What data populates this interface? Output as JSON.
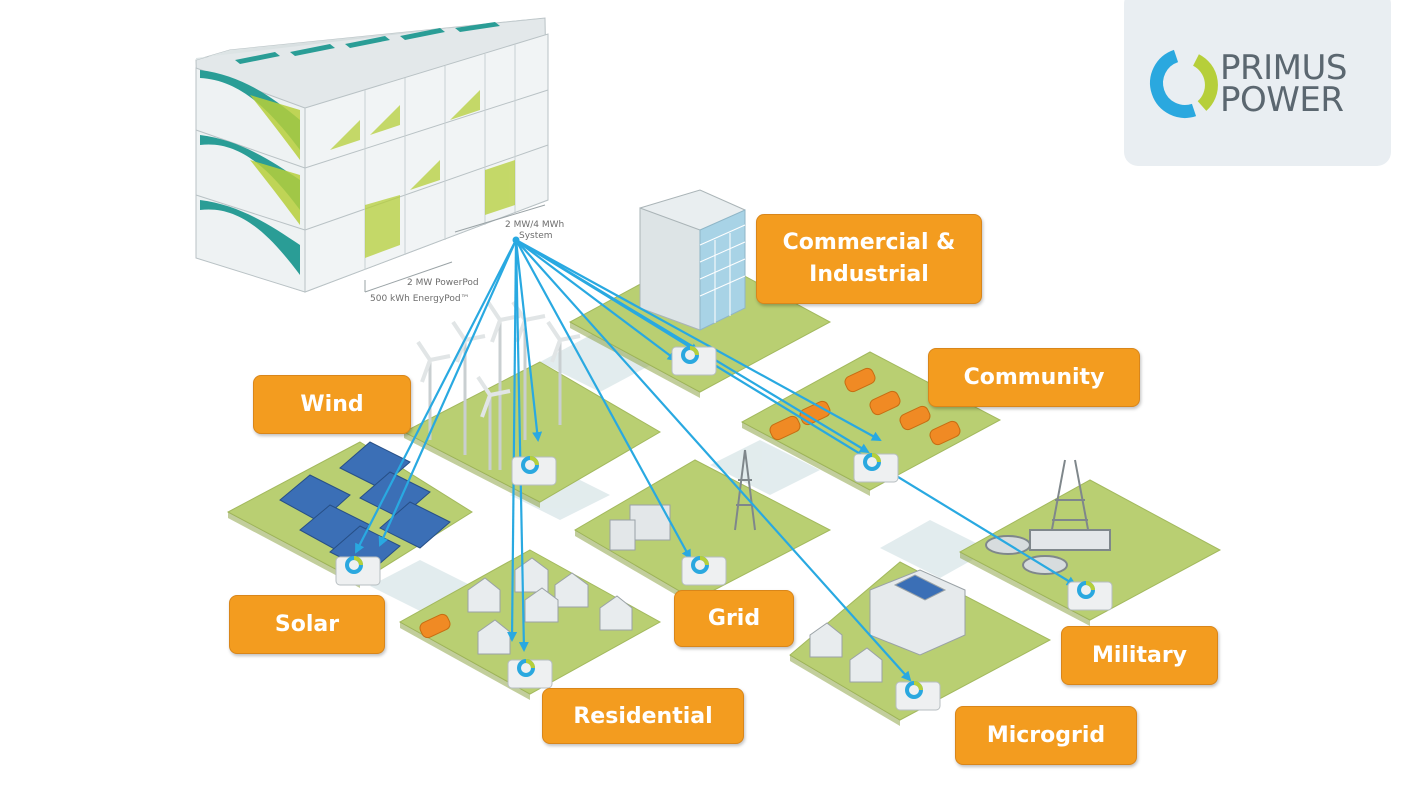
{
  "logo": {
    "line1": "PRIMUS",
    "line2": "POWER",
    "colors": {
      "blue": "#2aa8df",
      "green": "#b6cf3a",
      "text": "#5b6770"
    }
  },
  "system": {
    "capacity_line1": "2 MW/4 MWh",
    "capacity_line2": "System",
    "powerpod": "2 MW PowerPod",
    "energypod": "500 kWh EnergyPod™"
  },
  "labels": {
    "commercial": "Commercial &",
    "industrial": "Industrial",
    "community": "Community",
    "wind": "Wind",
    "solar": "Solar",
    "grid": "Grid",
    "residential": "Residential",
    "military": "Military",
    "microgrid": "Microgrid"
  },
  "colors": {
    "label_bg": "#f39c1f",
    "arrow": "#29a9e1",
    "tile": "#b9cf72",
    "container_teal": "#2a9d96",
    "container_green": "#b6cf3a"
  }
}
